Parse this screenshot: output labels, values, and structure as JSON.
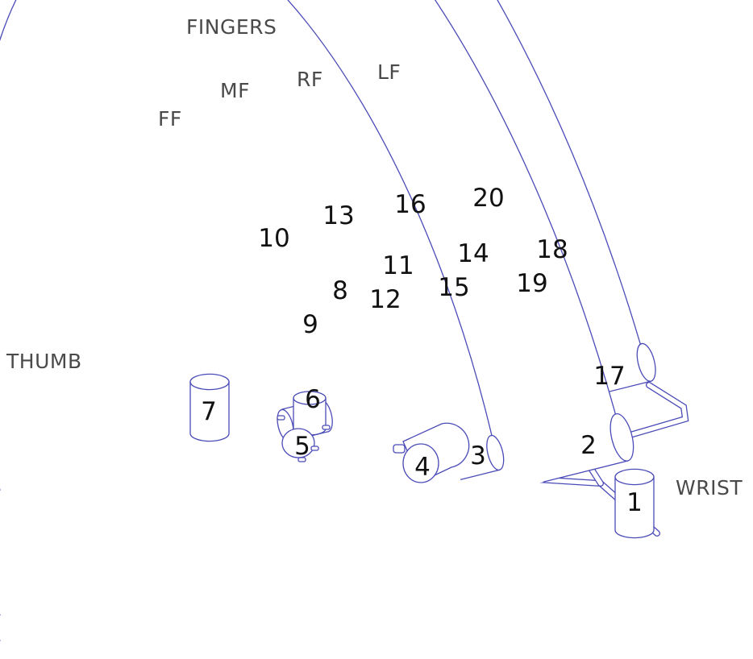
{
  "colors": {
    "line": "#4b4bb8",
    "fill": "#ffffff",
    "text": "#111111",
    "label": "#4a4a4a"
  },
  "labels": {
    "fingers": "FINGERS",
    "ff": "FF",
    "mf": "MF",
    "rf": "RF",
    "lf": "LF",
    "thumb": "THUMB",
    "wrist": "WRIST"
  },
  "joints": [
    "1",
    "2",
    "3",
    "4",
    "5",
    "6",
    "7",
    "8",
    "9",
    "10",
    "11",
    "12",
    "13",
    "14",
    "15",
    "16",
    "17",
    "18",
    "19",
    "20"
  ]
}
